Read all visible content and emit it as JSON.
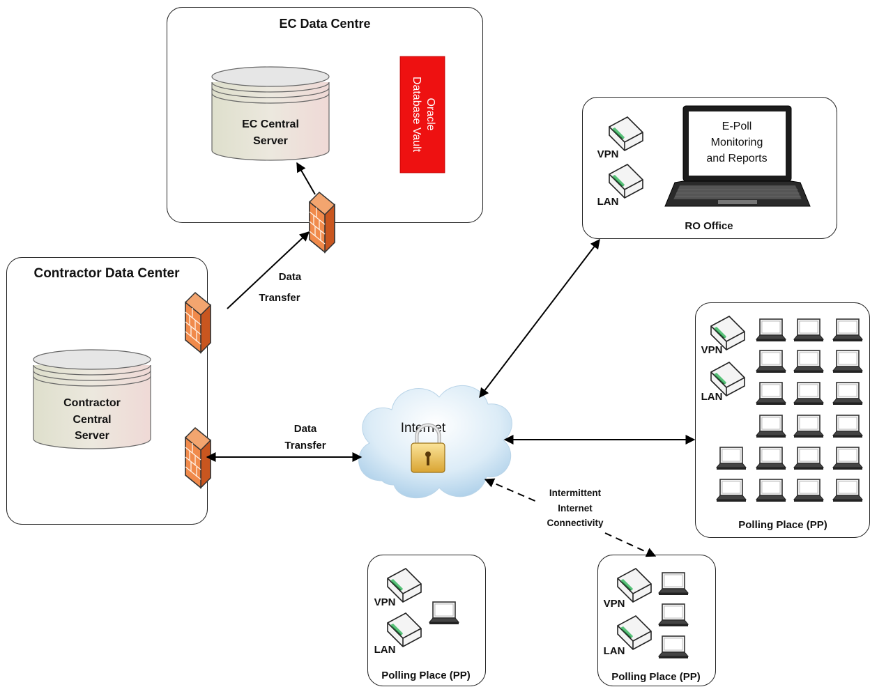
{
  "ec_data_centre": {
    "title": "EC Data Centre",
    "server_line1": "EC Central",
    "server_line2": "Server",
    "vault_line1": "Oracle",
    "vault_line2": "Database Vault"
  },
  "contractor_data_center": {
    "title": "Contractor Data Center",
    "server_line1": "Contractor",
    "server_line2": "Central",
    "server_line3": "Server"
  },
  "ro_office": {
    "title": "RO Office",
    "vpn": "VPN",
    "lan": "LAN",
    "screen_line1": "E-Poll",
    "screen_line2": "Monitoring",
    "screen_line3": "and Reports"
  },
  "polling_place_large": {
    "title": "Polling Place (PP)",
    "vpn": "VPN",
    "lan": "LAN"
  },
  "polling_place_small_1": {
    "title": "Polling Place (PP)",
    "vpn": "VPN",
    "lan": "LAN"
  },
  "polling_place_small_2": {
    "title": "Polling Place (PP)",
    "vpn": "VPN",
    "lan": "LAN"
  },
  "internet": {
    "label": "Internet"
  },
  "connections": {
    "data_transfer_1_line1": "Data",
    "data_transfer_1_line2": "Transfer",
    "data_transfer_2_line1": "Data",
    "data_transfer_2_line2": "Transfer",
    "intermittent_line1": "Intermittent",
    "intermittent_line2": "Internet",
    "intermittent_line3": "Connectivity"
  },
  "colors": {
    "vault_red": "#ee1111",
    "firewall_orange": "#e8742c",
    "cylinder_fill": "#e6e3d3",
    "cloud_blue": "#d2e8f6"
  }
}
